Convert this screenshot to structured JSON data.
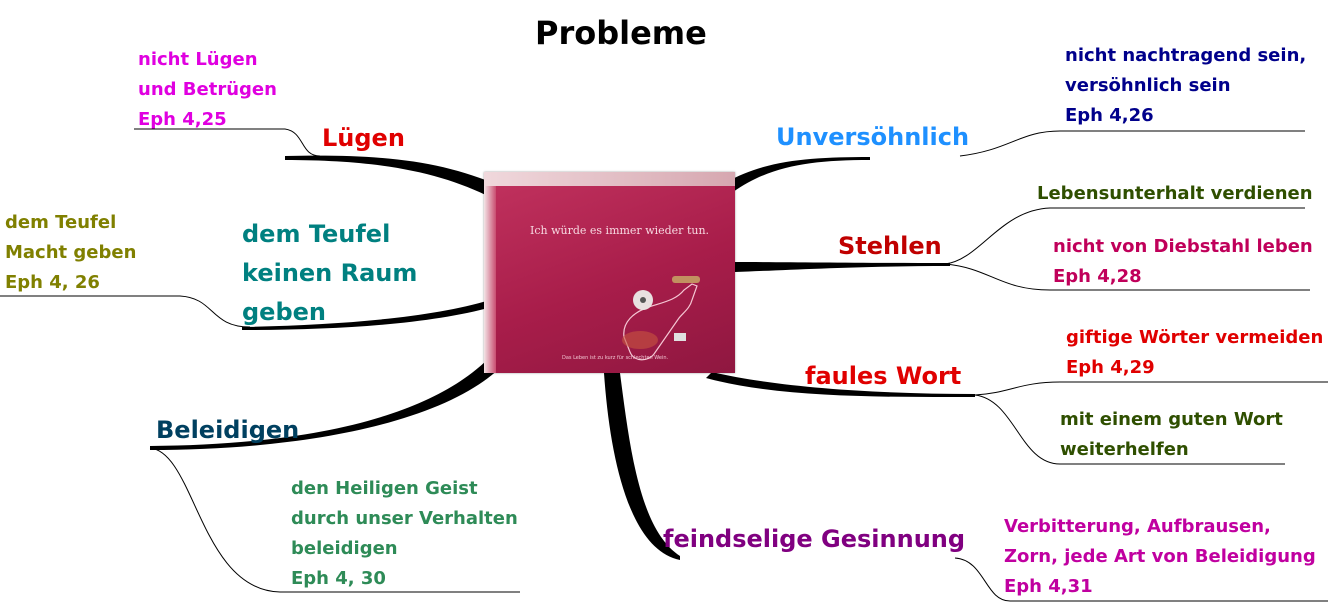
{
  "title": "Probleme",
  "photo": {
    "slogan": "Ich würde es immer wieder tun.",
    "fine_print": "Das Leben ist zu kurz für schlechten Wein."
  },
  "branches": [
    {
      "label": "Lügen",
      "color": "#e00000",
      "notes": [
        {
          "lines": [
            "nicht Lügen",
            "und Betrügen",
            "Eph 4,25"
          ],
          "color": "#e000e0"
        }
      ]
    },
    {
      "label": "dem Teufel keinen Raum geben",
      "lines": [
        "dem Teufel",
        "keinen Raum",
        "geben"
      ],
      "color": "#008080",
      "notes": [
        {
          "lines": [
            "dem Teufel",
            "Macht geben",
            "Eph 4, 26"
          ],
          "color": "#808000"
        }
      ]
    },
    {
      "label": "Beleidigen",
      "color": "#004060",
      "notes": [
        {
          "lines": [
            "den Heiligen Geist",
            "durch unser Verhalten",
            "beleidigen",
            "Eph 4, 30"
          ],
          "color": "#2e8b57"
        }
      ]
    },
    {
      "label": "Unversöhnlich",
      "color": "#1e90ff",
      "notes": [
        {
          "lines": [
            "nicht nachtragend sein,",
            "versöhnlich sein",
            "Eph 4,26"
          ],
          "color": "#00008b"
        }
      ]
    },
    {
      "label": "Stehlen",
      "color": "#c00000",
      "notes": [
        {
          "lines": [
            "Lebensunterhalt verdienen"
          ],
          "color": "#2f4f00"
        },
        {
          "lines": [
            "nicht von Diebstahl leben",
            "Eph 4,28"
          ],
          "color": "#c0005a"
        }
      ]
    },
    {
      "label": "faules Wort",
      "color": "#e00000",
      "notes": [
        {
          "lines": [
            "giftige Wörter vermeiden",
            "Eph 4,29"
          ],
          "color": "#e00000"
        },
        {
          "lines": [
            "mit einem guten Wort",
            "weiterhelfen"
          ],
          "color": "#2f4f00"
        }
      ]
    },
    {
      "label": "feindselige Gesinnung",
      "color": "#800080",
      "notes": [
        {
          "lines": [
            "Verbitterung, Aufbrausen,",
            "Zorn, jede Art von Beleidigung",
            "Eph 4,31"
          ],
          "color": "#c000a0"
        }
      ]
    }
  ]
}
